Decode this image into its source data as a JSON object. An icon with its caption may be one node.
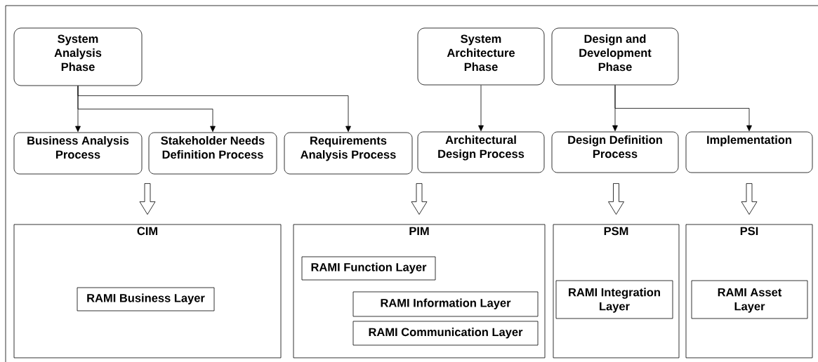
{
  "diagram": {
    "nodes": [
      {
        "text": [
          "System Analysis Phase"
        ]
      },
      {
        "text": [
          "System Architecture Phase"
        ]
      },
      {
        "text": [
          "Design and Development Phase"
        ]
      },
      {
        "text": [
          "Business Analysis Process"
        ]
      },
      {
        "text": [
          "Stakeholder Needs Definition Process"
        ]
      },
      {
        "text": [
          "Requirements Analysis Process"
        ]
      },
      {
        "text": [
          "Architectural Design Process"
        ]
      },
      {
        "text": [
          "Design Definition Process"
        ]
      },
      {
        "text": [
          "Implementation"
        ]
      },
      {
        "text": [
          "CIM"
        ]
      },
      {
        "text": [
          "RAMI Business Layer"
        ],
        "in": 9
      },
      {
        "text": [
          "PIM"
        ]
      },
      {
        "text": [
          "RAMI Function Layer"
        ],
        "in": 11
      },
      {
        "text": [
          "RAMI Information Layer"
        ],
        "in": 11
      },
      {
        "text": [
          "RAMI Communication Layer"
        ],
        "in": 11
      },
      {
        "text": [
          "PSM"
        ]
      },
      {
        "text": [
          "RAMI Integration Layer"
        ],
        "in": 15
      },
      {
        "text": [
          "PSI"
        ]
      },
      {
        "text": [
          "RAMI Asset Layer"
        ],
        "in": 17
      }
    ],
    "edges": [
      {
        "from": 0,
        "to": 3,
        "arrow": "to"
      },
      {
        "from": 0,
        "to": 4,
        "arrow": "to"
      },
      {
        "from": 0,
        "to": 5,
        "arrow": "to"
      },
      {
        "from": 1,
        "to": 6,
        "arrow": "to"
      },
      {
        "from": 2,
        "to": 7,
        "arrow": "to"
      },
      {
        "from": 2,
        "to": 8,
        "arrow": "to"
      },
      {
        "from": null,
        "to": 9,
        "arrow": "to"
      },
      {
        "from": null,
        "to": 11,
        "arrow": "to"
      },
      {
        "from": null,
        "to": 15,
        "arrow": "to"
      },
      {
        "from": null,
        "to": 17,
        "arrow": "to"
      }
    ]
  }
}
